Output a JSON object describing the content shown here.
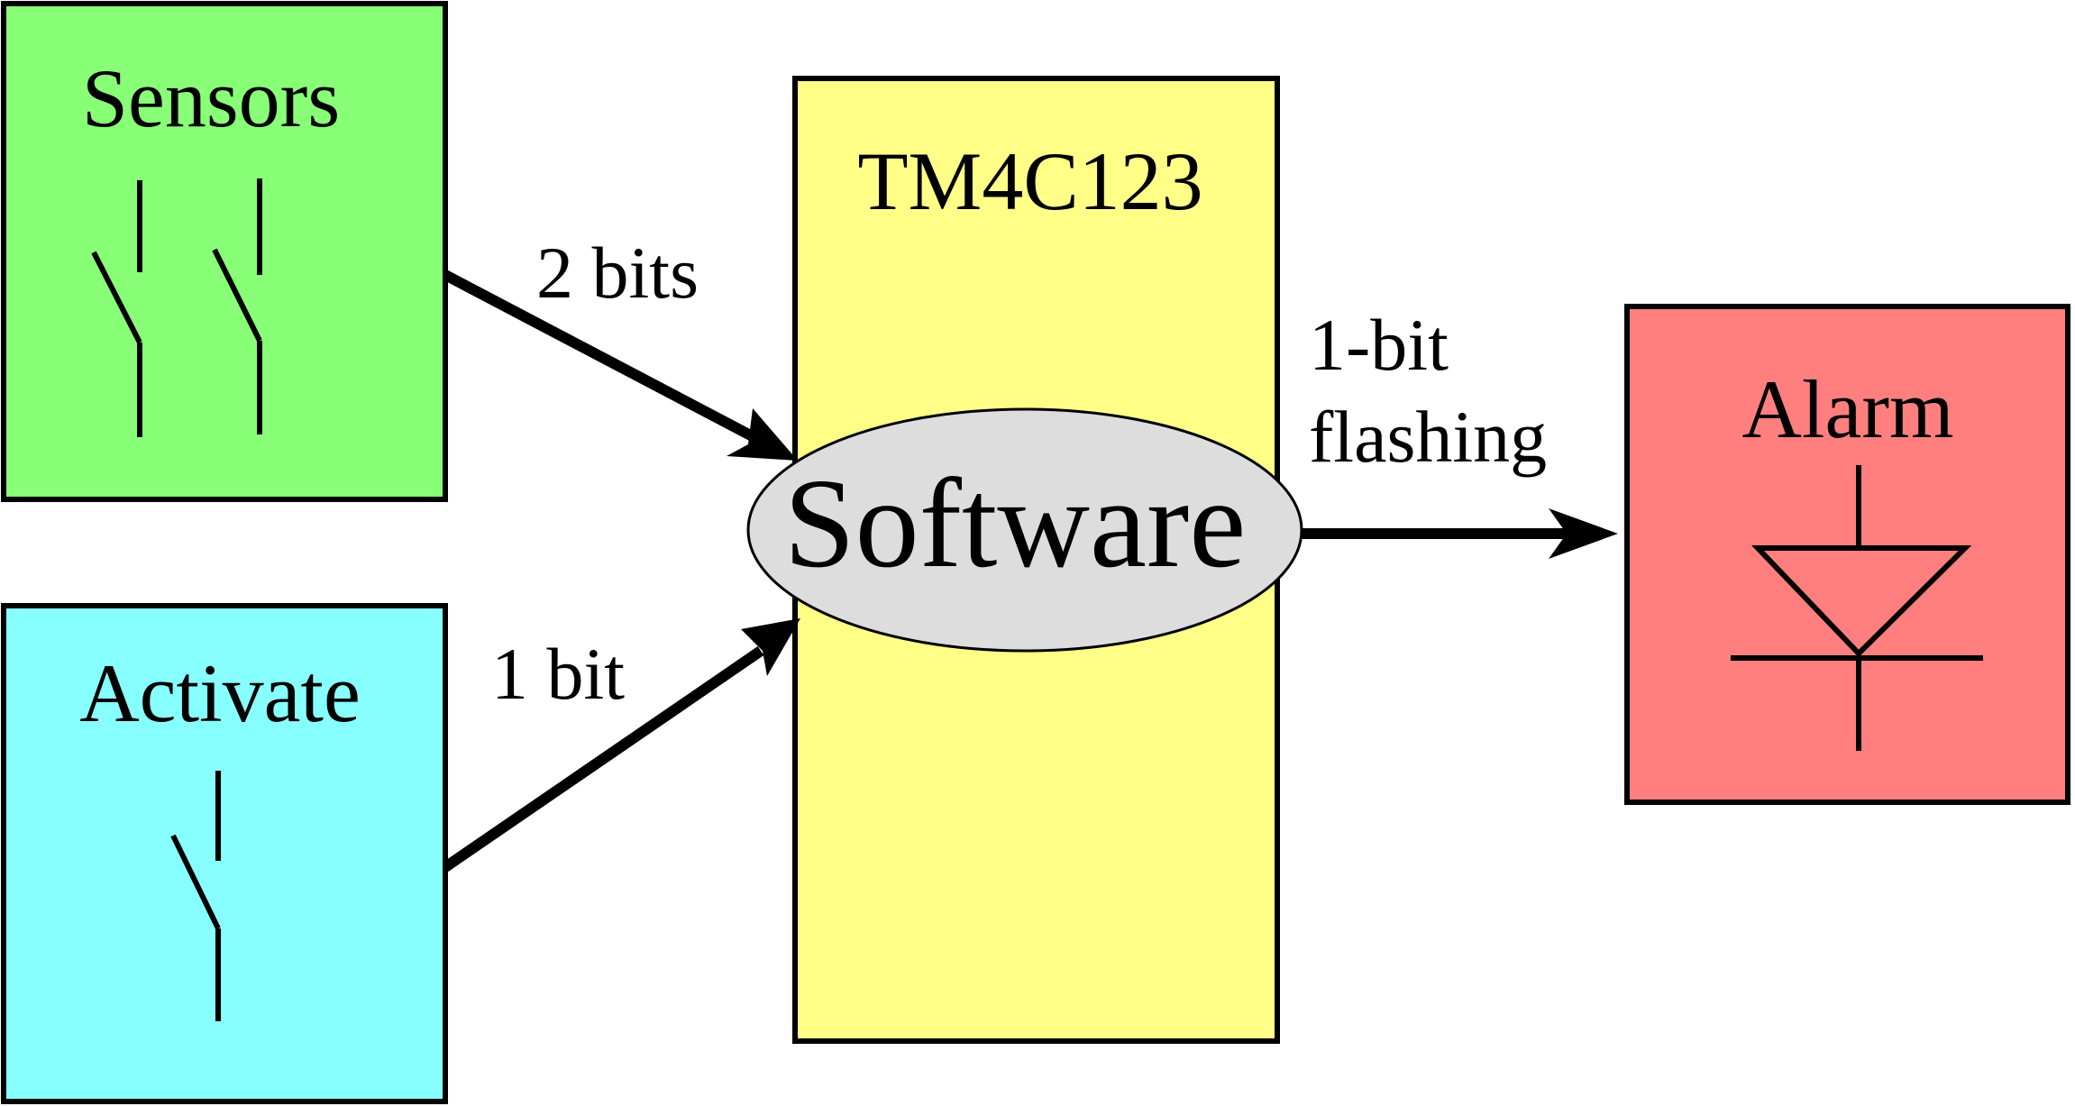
{
  "blocks": {
    "sensors": {
      "label": "Sensors",
      "color": "#88ff77"
    },
    "activate": {
      "label": "Activate",
      "color": "#88ffff"
    },
    "mcu": {
      "label": "TM4C123",
      "color": "#ffff88"
    },
    "software": {
      "label": "Software",
      "color": "#dddddd"
    },
    "alarm": {
      "label": "Alarm",
      "color": "#ff7f7f"
    }
  },
  "connections": {
    "sensors_to_software": {
      "label": "2 bits"
    },
    "activate_to_software": {
      "label": "1 bit"
    },
    "software_to_alarm": {
      "line1": "1-bit",
      "line2": "flashing"
    }
  },
  "icons": {
    "sensor_switches": "switch-icon",
    "activate_switch": "switch-icon",
    "alarm_symbol": "diode-icon"
  }
}
